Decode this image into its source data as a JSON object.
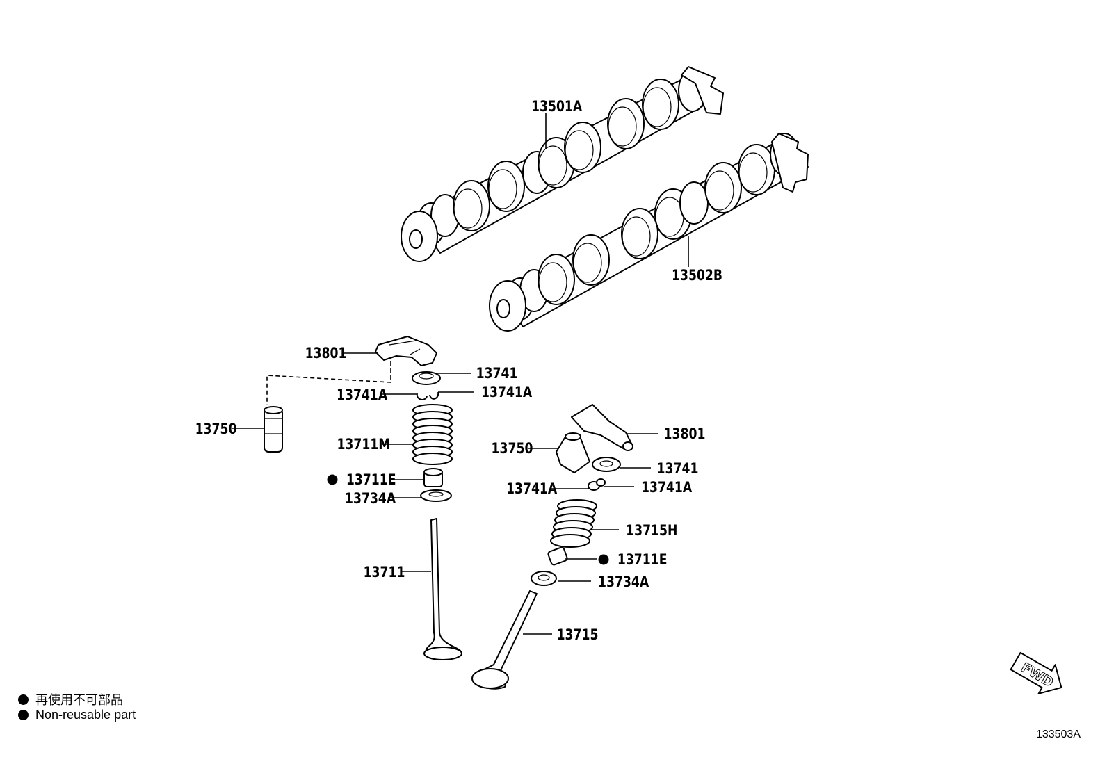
{
  "parts": {
    "camshaft_intake": "13501A",
    "camshaft_exhaust": "13502B",
    "rocker_arm_left": "13801",
    "retainer_left": "13741",
    "keeper_left_a": "13741A",
    "keeper_left_b": "13741A",
    "lash_adjuster_left": "13750",
    "spring_left": "13711M",
    "stem_seal_left": "13711E",
    "spring_seat_left": "13734A",
    "valve_intake": "13711",
    "rocker_arm_right": "13801",
    "lash_adjuster_right": "13750",
    "retainer_right": "13741",
    "keeper_right_a": "13741A",
    "keeper_right_b": "13741A",
    "spring_right": "13715H",
    "stem_seal_right": "13711E",
    "spring_seat_right": "13734A",
    "valve_exhaust": "13715"
  },
  "legend": {
    "line1": "再使用不可部品",
    "line2": "Non-reusable part"
  },
  "fwd_label": "FWD",
  "figure_id": "133503A"
}
